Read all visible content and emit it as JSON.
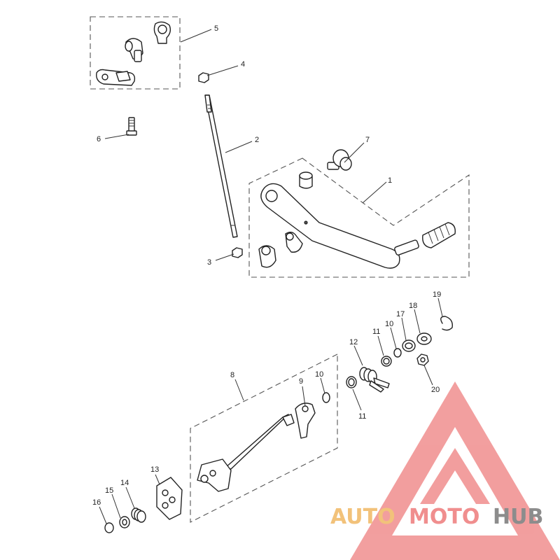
{
  "callouts": {
    "c1": "1",
    "c2": "2",
    "c3": "3",
    "c4": "4",
    "c5": "5",
    "c6": "6",
    "c7": "7",
    "c8": "8",
    "c9": "9",
    "c10a": "10",
    "c10b": "10",
    "c11a": "11",
    "c11b": "11",
    "c12": "12",
    "c13": "13",
    "c14": "14",
    "c15": "15",
    "c16": "16",
    "c17": "17",
    "c18": "18",
    "c19": "19",
    "c20": "20"
  },
  "watermark": {
    "part1": "AUTO",
    "part2": "MOTO",
    "part3": "HUB",
    "colors": {
      "auto": "#f2c27a",
      "moto": "#f08e8e",
      "hub": "#8c8c8c",
      "logo": "#f08e8e"
    }
  }
}
